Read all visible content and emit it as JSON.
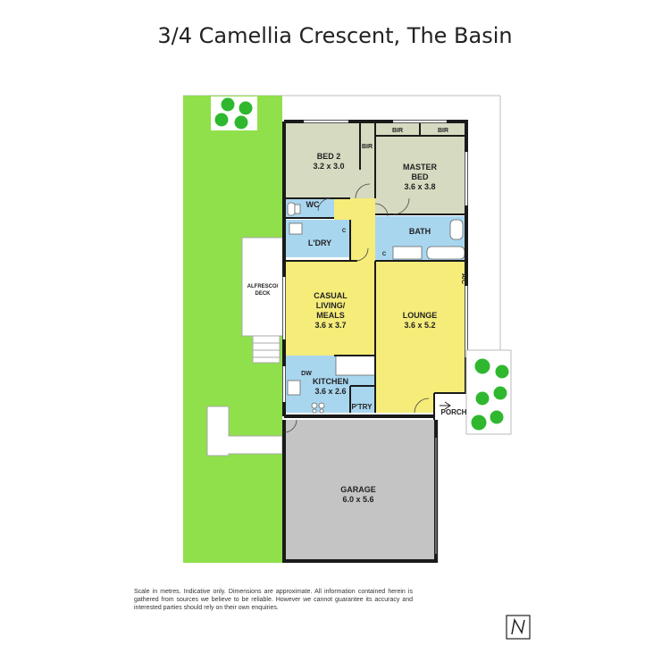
{
  "header": {
    "title": "3/4 Camellia Crescent, The Basin"
  },
  "rooms": {
    "bed2": {
      "name": "BED 2",
      "size": "3.2 x 3.0"
    },
    "master": {
      "name_line1": "MASTER",
      "name_line2": "BED",
      "size": "3.6 x 3.8"
    },
    "bir_bed2": "BIR",
    "bir_master_left": "BIR",
    "bir_master_right": "BIR",
    "wc": "WC",
    "laundry": "L'DRY",
    "laundry_cupboard": "C",
    "hall_cupboard": "C",
    "bath": "BATH",
    "ac": "A/C",
    "casual": {
      "line1": "CASUAL",
      "line2": "LIVING/",
      "line3": "MEALS",
      "size": "3.6 x 3.7"
    },
    "lounge": {
      "name": "LOUNGE",
      "size": "3.6 x 5.2"
    },
    "alfresco": {
      "line1": "ALFRESCO/",
      "line2": "DECK"
    },
    "kitchen": {
      "name": "KITCHEN",
      "size": "3.6 x 2.6"
    },
    "dw": "DW",
    "pantry": "P'TRY",
    "porch": "PORCH",
    "garage": {
      "name": "GARAGE",
      "size": "6.0 x 5.6"
    }
  },
  "footer": {
    "disclaimer": "Scale in metres. Indicative only. Dimensions are approximate. All information contained herein is gathered from sources we believe to be reliable. However we cannot guarantee its accuracy and interested parties should rely on their own enquiries."
  },
  "colors": {
    "lawn": "#8fe04a",
    "bedroom": "#d6dac0",
    "wet": "#a9d6ef",
    "living": "#f5ec7a",
    "garage": "#c4c4c4",
    "wall": "#1a1a1a",
    "tree": "#2fb82f"
  }
}
